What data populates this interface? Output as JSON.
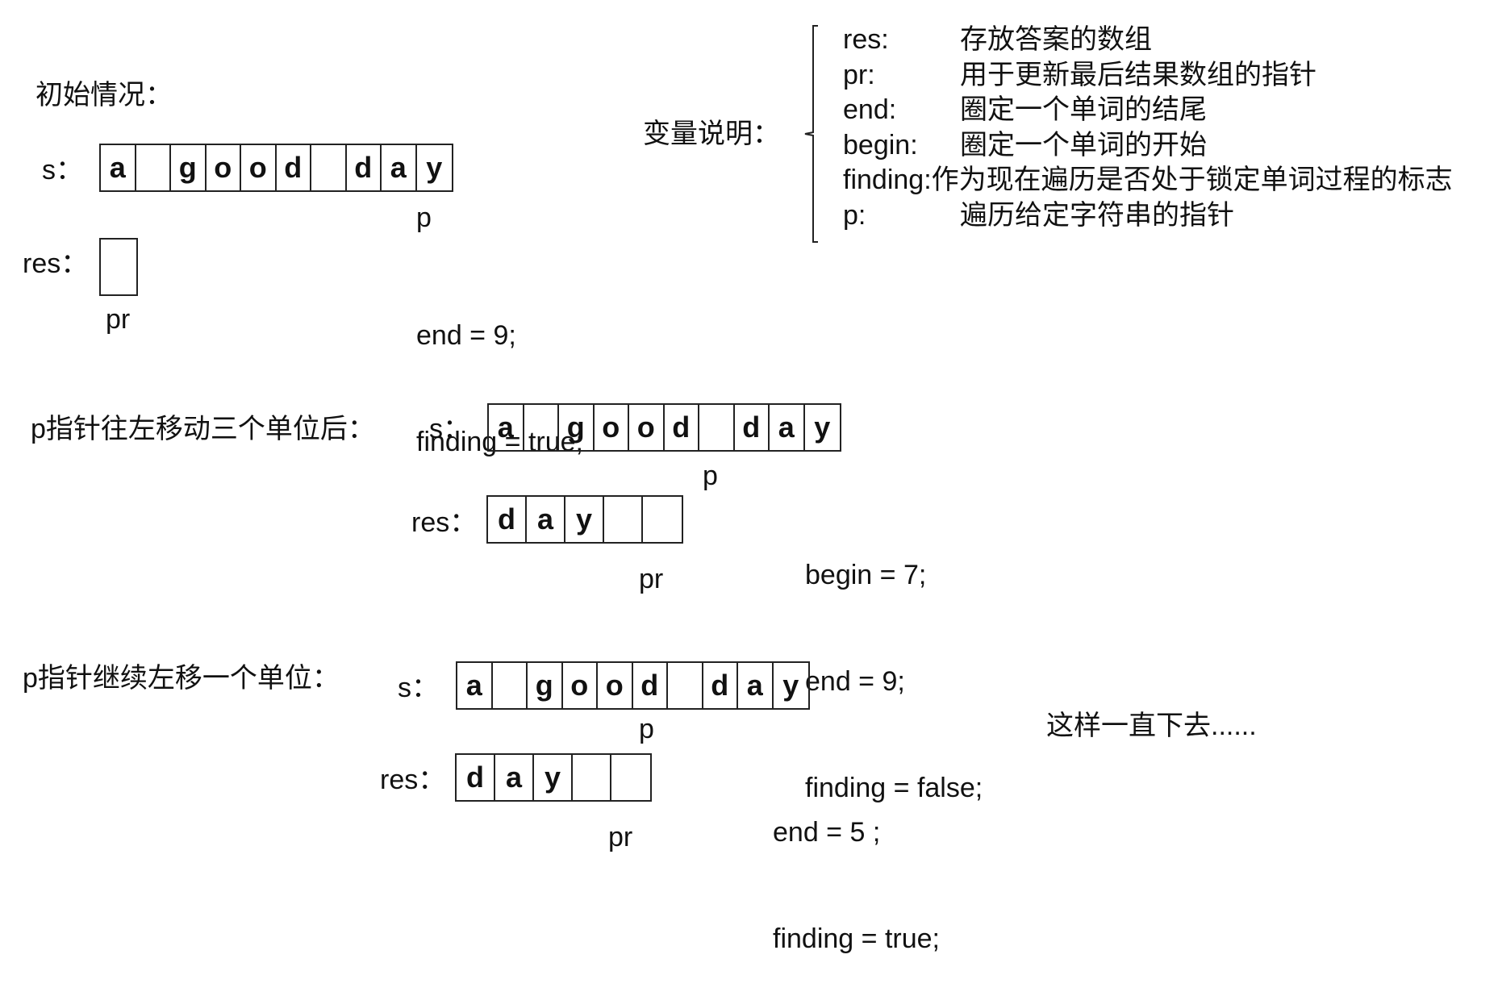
{
  "legend": {
    "heading": "变量说明：",
    "items": [
      {
        "key": "res:",
        "desc": "存放答案的数组"
      },
      {
        "key": "pr:",
        "desc": "用于更新最后结果数组的指针"
      },
      {
        "key": "end:",
        "desc": "圈定一个单词的结尾"
      },
      {
        "key": "begin:",
        "desc": "圈定一个单词的开始"
      },
      {
        "key": "finding:",
        "desc": "作为现在遍历是否处于锁定单词过程的标志"
      },
      {
        "key": "p:",
        "desc": "遍历给定字符串的指针"
      }
    ]
  },
  "section1": {
    "title": "初始情况：",
    "s_label": "s：",
    "s_cells": [
      "a",
      "",
      "g",
      "o",
      "o",
      "d",
      "",
      "d",
      "a",
      "y"
    ],
    "p_label": "p",
    "res_label": "res：",
    "res_cells": [
      ""
    ],
    "pr_label": "pr",
    "code": [
      "end = 9;",
      "finding = true;"
    ]
  },
  "section2": {
    "title": "p指针往左移动三个单位后：",
    "s_label": "s：",
    "s_cells": [
      "a",
      "",
      "g",
      "o",
      "o",
      "d",
      "",
      "d",
      "a",
      "y"
    ],
    "p_label": "p",
    "res_label": "res：",
    "res_cells": [
      "d",
      "a",
      "y",
      "",
      ""
    ],
    "pr_label": "pr",
    "code": [
      "begin = 7;",
      "end = 9;",
      "finding = false;"
    ]
  },
  "section3": {
    "title": "p指针继续左移一个单位：",
    "s_label": "s：",
    "s_cells": [
      "a",
      "",
      "g",
      "o",
      "o",
      "d",
      "",
      "d",
      "a",
      "y"
    ],
    "p_label": "p",
    "res_label": "res：",
    "res_cells": [
      "d",
      "a",
      "y",
      "",
      ""
    ],
    "pr_label": "pr",
    "code": [
      "end = 5 ;",
      "finding = true;"
    ],
    "note": "这样一直下去......"
  }
}
